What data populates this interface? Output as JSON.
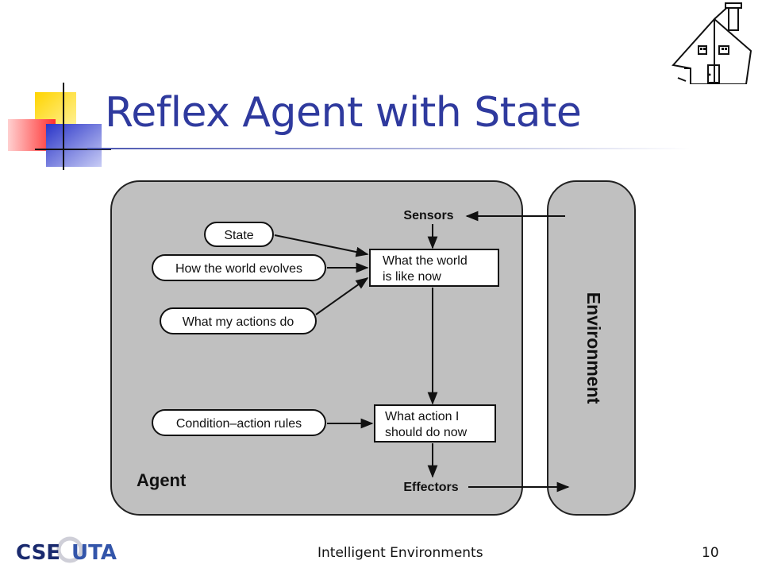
{
  "slide": {
    "title": "Reflex Agent with State",
    "footer_center": "Intelligent Environments",
    "page_number": "10",
    "logo_text_left": "CSE",
    "logo_text_right": "UTA"
  },
  "diagram": {
    "agent_label": "Agent",
    "environment_label": "Environment",
    "sensors_label": "Sensors",
    "effectors_label": "Effectors",
    "state_label": "State",
    "world_evolves_label": "How the world evolves",
    "my_actions_label": "What my actions do",
    "rules_label": "Condition–action rules",
    "world_now_line1": "What the world",
    "world_now_line2": "is like now",
    "action_line1": "What action I",
    "action_line2": "should do now"
  },
  "colors": {
    "title": "#2f3a9e",
    "panel_fill": "#c0c0c0",
    "accent_blue": "#3344cc",
    "accent_yellow": "#ffd400",
    "accent_red": "#ff4444"
  }
}
